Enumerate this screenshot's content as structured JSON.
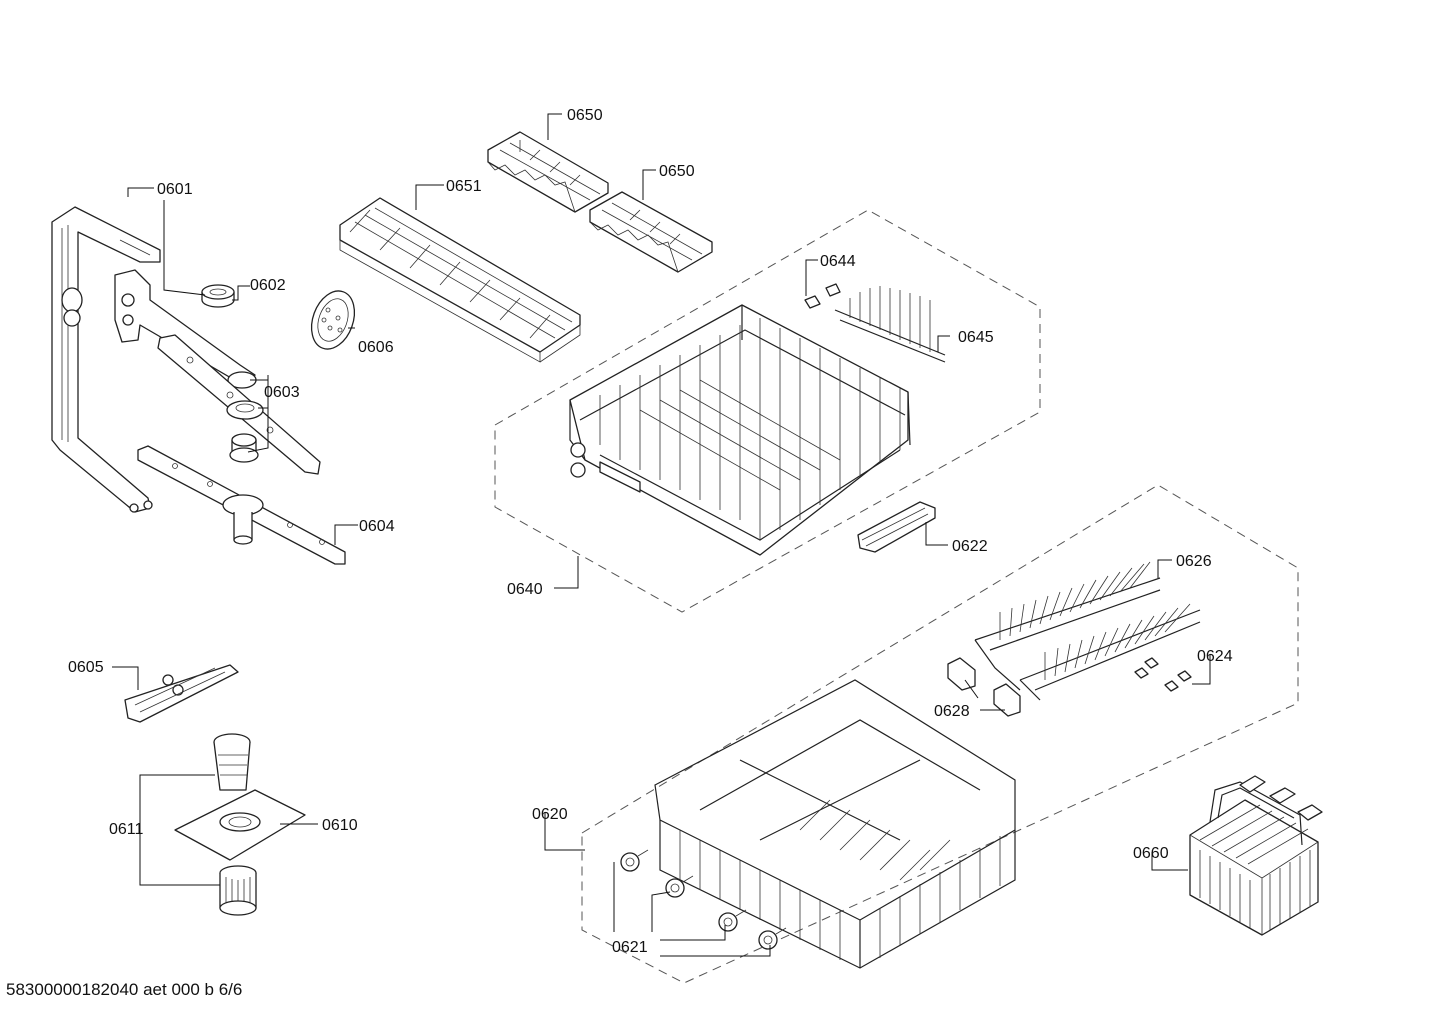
{
  "diagram": {
    "labels": {
      "p0601": "0601",
      "p0602": "0602",
      "p0603": "0603",
      "p0604": "0604",
      "p0605": "0605",
      "p0606": "0606",
      "p0610": "0610",
      "p0611": "0611",
      "p0620": "0620",
      "p0621": "0621",
      "p0622": "0622",
      "p0624": "0624",
      "p0626": "0626",
      "p0628": "0628",
      "p0640": "0640",
      "p0644": "0644",
      "p0645": "0645",
      "p0650a": "0650",
      "p0650b": "0650",
      "p0651": "0651",
      "p0660": "0660"
    },
    "footer": "58300000182040 aet 000 b 6/6"
  }
}
